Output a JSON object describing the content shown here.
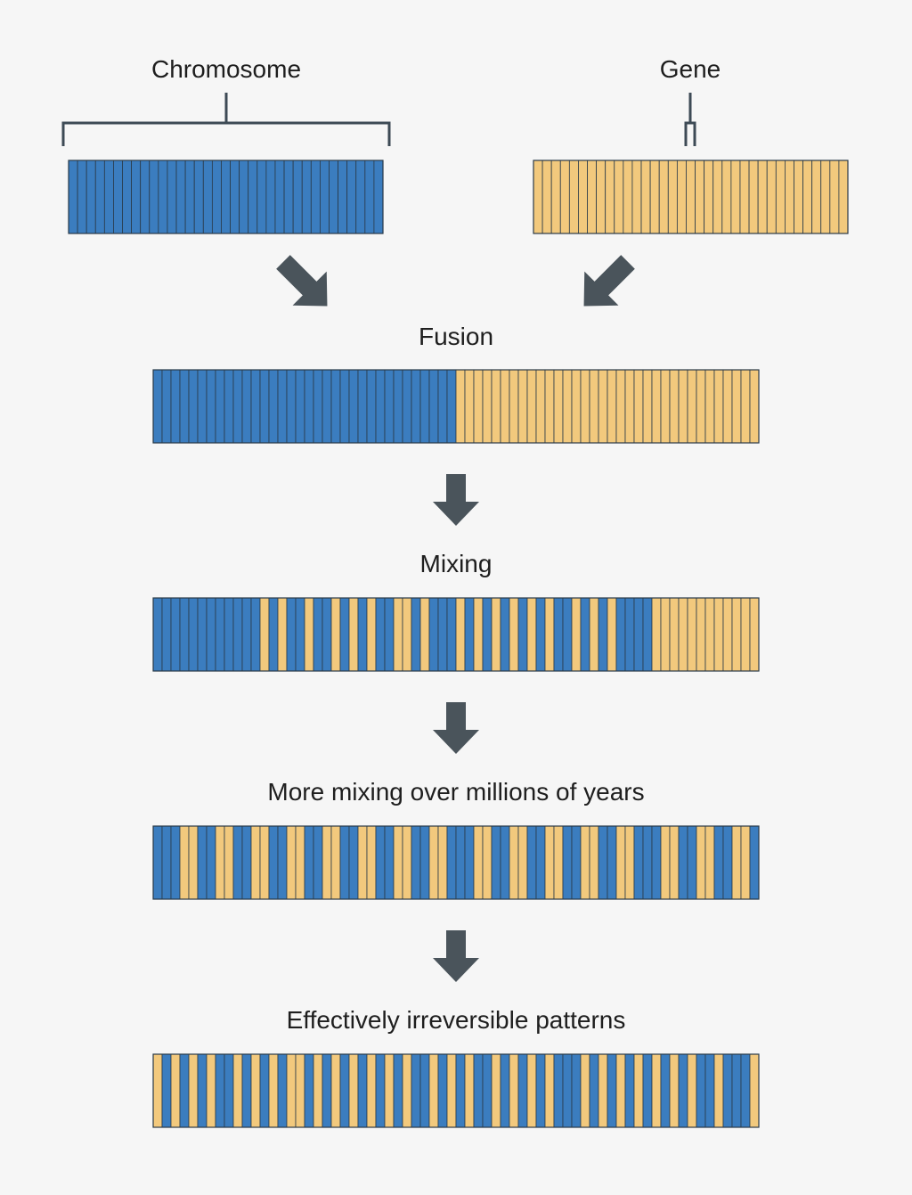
{
  "labels": {
    "chromosome": "Chromosome",
    "gene": "Gene",
    "fusion": "Fusion",
    "mixing": "Mixing",
    "more_mixing": "More mixing over millions of years",
    "irreversible": "Effectively irreversible patterns"
  },
  "colors": {
    "chromosome": "#3b7dbf",
    "gene": "#f2c97d",
    "stripe": "#2a3a48",
    "arrow": "#4a545b",
    "bracket": "#3d4a55",
    "background": "#f6f6f6"
  },
  "strips": {
    "chromosome": "BBBBBBBBBBBBBBBBBBBBBBBBBBBBBBBBBBB",
    "gene": "YYYYYYYYYYYYYYYYYYYYYYYYYYYYYYYYYYY",
    "fusion": "BBBBBBBBBBBBBBBBBBBBBBBBBBBBBBBBBBYYYYYYYYYYYYYYYYYYYYYYYYYYYYYYYYYY",
    "mixing": "BBBBBBBBBBBBYBYBBYBBYBYBYBBYYBYBBBYBYBYBYBYBYBBYBYBYBBBBYYYYYYYYYYYY",
    "more_mixing": "BBBYYBBYYBBYYBBYYBBYYBBYYBBYYBBYYBBBYYBBYYBBYYBBYYBBYYBBBYYBBYYBBYYB",
    "irreversible": "YBYBYBYBBYBYBYBYYBYBYBYBYBYBYBBYBYBYBBYBYBYBYBBBYBYBYBYBYBYBYBBYBBBY"
  }
}
